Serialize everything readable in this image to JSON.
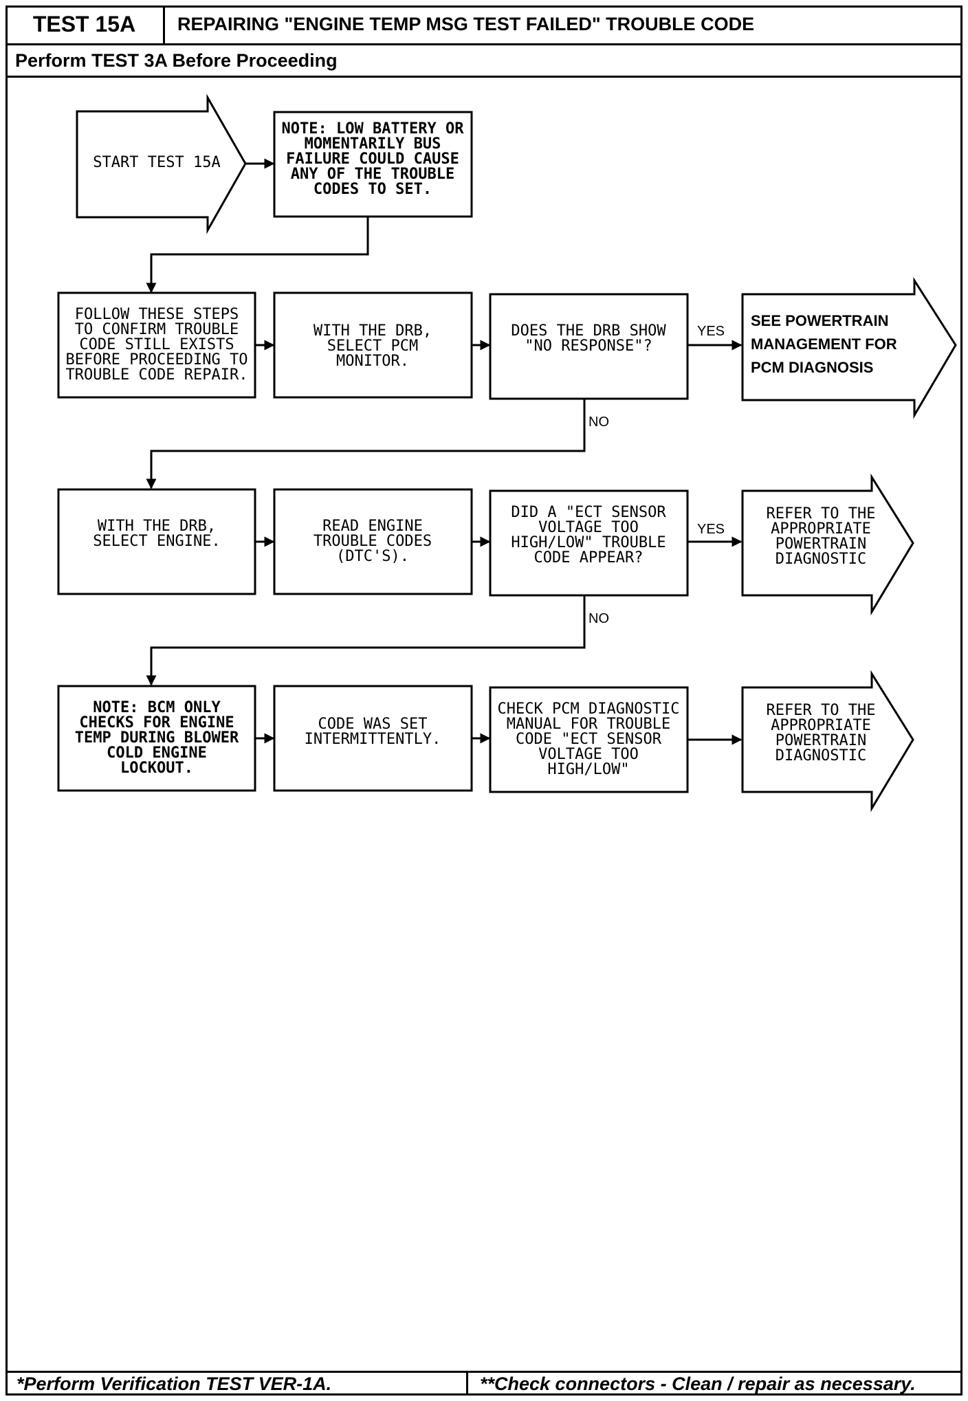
{
  "header": {
    "test_id": "TEST 15A",
    "title": "REPAIRING \"ENGINE TEMP MSG TEST FAILED\" TROUBLE CODE",
    "subheader": "Perform TEST 3A Before Proceeding"
  },
  "flow": {
    "start": "START TEST 15A",
    "note_battery": [
      "NOTE: LOW BATTERY OR",
      "MOMENTARILY BUS",
      "FAILURE COULD CAUSE",
      "ANY OF THE TROUBLE",
      "CODES TO SET."
    ],
    "follow_steps": [
      "FOLLOW THESE STEPS",
      "TO CONFIRM TROUBLE",
      "CODE STILL EXISTS",
      "BEFORE PROCEEDING TO",
      "TROUBLE CODE REPAIR."
    ],
    "select_pcm": [
      "WITH THE DRB,",
      "SELECT PCM",
      "MONITOR."
    ],
    "no_response_q": [
      "DOES THE DRB SHOW",
      "\"NO RESPONSE\"?"
    ],
    "see_powertrain": [
      "SEE POWERTRAIN",
      "MANAGEMENT FOR",
      "PCM DIAGNOSIS"
    ],
    "select_engine": [
      "WITH THE DRB,",
      "SELECT ENGINE."
    ],
    "read_codes": [
      "READ ENGINE",
      "TROUBLE CODES",
      "(DTC'S)."
    ],
    "ect_q": [
      "DID A \"ECT SENSOR",
      "VOLTAGE TOO",
      "HIGH/LOW\" TROUBLE",
      "CODE APPEAR?"
    ],
    "refer_1": [
      "REFER TO THE",
      "APPROPRIATE",
      "POWERTRAIN",
      "DIAGNOSTIC"
    ],
    "note_bcm": [
      "NOTE: BCM ONLY",
      "CHECKS FOR ENGINE",
      "TEMP DURING BLOWER",
      "COLD ENGINE",
      "LOCKOUT."
    ],
    "intermittent": [
      "CODE WAS SET",
      "INTERMITTENTLY."
    ],
    "check_pcm": [
      "CHECK PCM DIAGNOSTIC",
      "MANUAL FOR TROUBLE",
      "CODE \"ECT SENSOR",
      "VOLTAGE TOO",
      "HIGH/LOW\""
    ],
    "refer_2": [
      "REFER TO THE",
      "APPROPRIATE",
      "POWERTRAIN",
      "DIAGNOSTIC"
    ],
    "yes_label": "YES",
    "no_label": "NO"
  },
  "footer": {
    "left": "*Perform Verification TEST VER-1A.",
    "right": "**Check connectors - Clean / repair as necessary."
  }
}
